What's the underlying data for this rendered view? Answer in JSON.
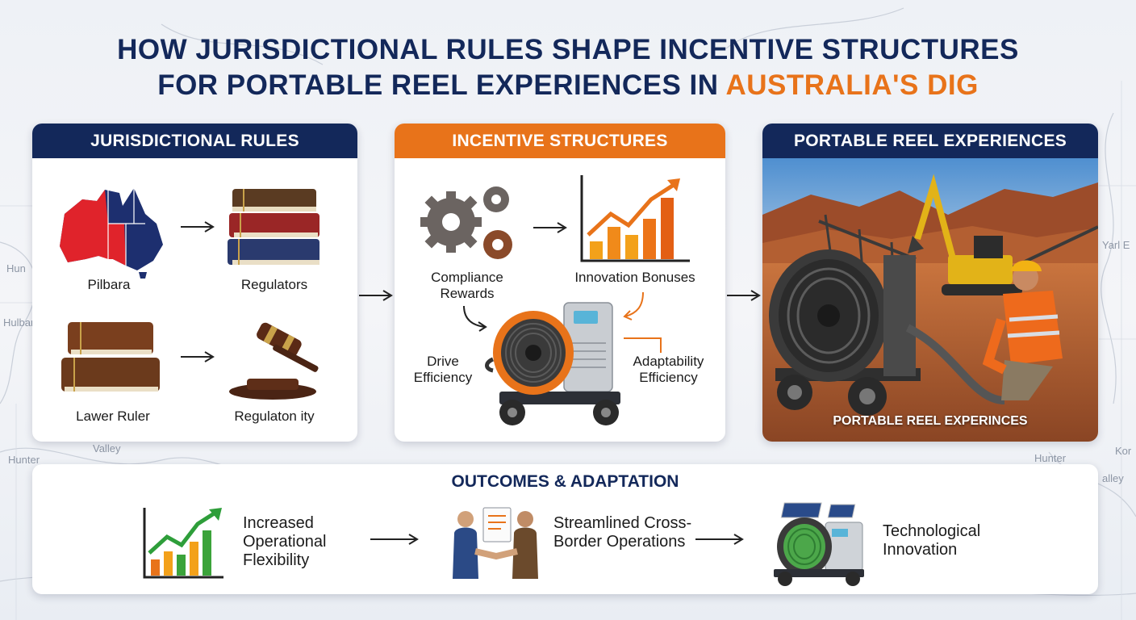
{
  "title": {
    "line1": "HOW JURISDICTIONAL RULES SHAPE INCENTIVE STRUCTURES",
    "line2_prefix": "FOR PORTABLE REEL EXPERIENCES IN ",
    "line2_accent": "AUSTRALIA'S DIG"
  },
  "map_labels": [
    "Hun",
    "Hulbar",
    "Valley",
    "Hunter",
    "Yarl E",
    "Hunter",
    "Kor",
    "alley"
  ],
  "panels": {
    "jurisdictional": {
      "header": "JURISDICTIONAL RULES",
      "items": {
        "pilbara": "Pilbara",
        "regulators": "Regulators",
        "lawer_ruler": "Lawer Ruler",
        "regulatority": "Regulaton ity"
      }
    },
    "incentive": {
      "header": "INCENTIVE STRUCTURES",
      "items": {
        "compliance": "Compliance Rewards",
        "innovation": "Innovation Bonuses",
        "drive": "Drive Efficiency",
        "adaptability": "Adaptability Efficiency"
      }
    },
    "portable": {
      "header": "PORTABLE REEL EXPERIENCES",
      "caption": "PORTABLE REEL EXPERINCES"
    }
  },
  "outcomes": {
    "title": "OUTCOMES & ADAPTATION",
    "items": [
      {
        "label": "Increased Operational Flexibility",
        "icon": "growth-chart-icon"
      },
      {
        "label": "Streamlined Cross-Border Operations",
        "icon": "handshake-icon"
      },
      {
        "label": "Technological Innovation",
        "icon": "solar-reel-icon"
      }
    ]
  },
  "colors": {
    "navy": "#13285a",
    "orange": "#e8731a",
    "australia_red": "#e0232b",
    "australia_blue": "#1d2f6f"
  }
}
